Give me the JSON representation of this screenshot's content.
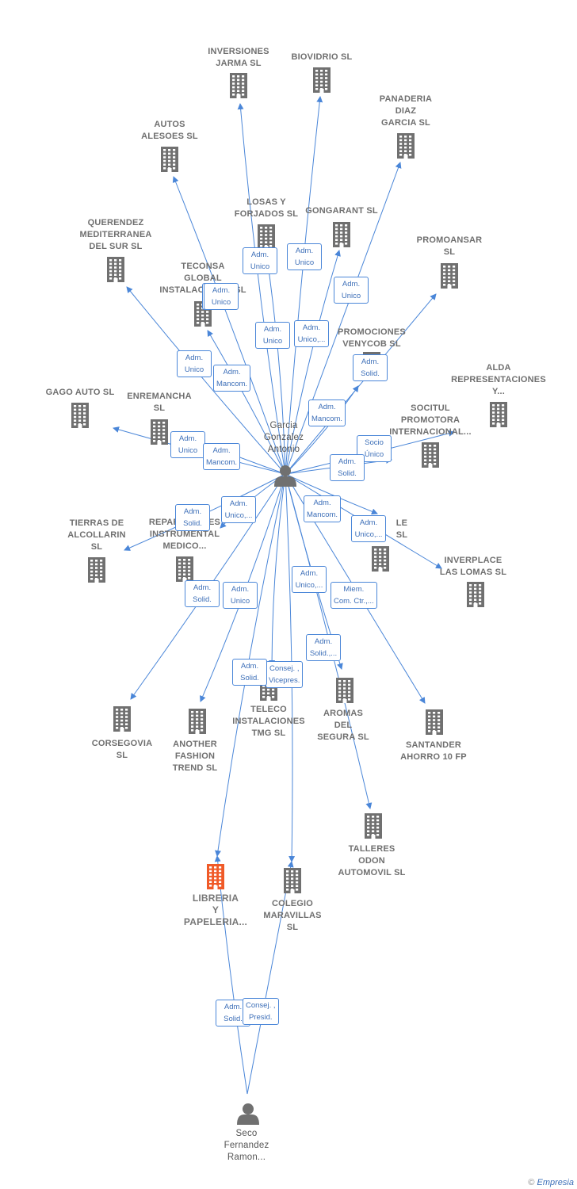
{
  "colors": {
    "edge": "#4a86d8",
    "company_icon": "#707070",
    "highlight_icon": "#f05a28",
    "person_icon": "#707070"
  },
  "nodes": [
    {
      "id": "inversiones",
      "label": "INVERSIONES\nJARMA  SL",
      "kind": "company",
      "icon": "building-icon"
    },
    {
      "id": "biovidrio",
      "label": "BIOVIDRIO  SL",
      "kind": "company",
      "icon": "building-icon"
    },
    {
      "id": "panaderia",
      "label": "PANADERIA\nDIAZ\nGARCIA  SL",
      "kind": "company",
      "icon": "building-icon"
    },
    {
      "id": "autos",
      "label": "AUTOS\nALESOES  SL",
      "kind": "company",
      "icon": "building-icon"
    },
    {
      "id": "losas",
      "label": "LOSAS Y\nFORJADOS  SL",
      "kind": "company",
      "icon": "building-icon"
    },
    {
      "id": "gongarant",
      "label": "GONGARANT SL",
      "kind": "company",
      "icon": "building-icon"
    },
    {
      "id": "querendez",
      "label": "QUERENDEZ\nMEDITERRANEA\nDEL SUR  SL",
      "kind": "company",
      "icon": "building-icon"
    },
    {
      "id": "promoansar",
      "label": "PROMOANSAR\nSL",
      "kind": "company",
      "icon": "building-icon"
    },
    {
      "id": "teconsa",
      "label": "TECONSA\nGLOBAL\nINSTALACIONES SL",
      "kind": "company",
      "icon": "building-icon"
    },
    {
      "id": "venycob",
      "label": "PROMOCIONES\nVENYCOB SL",
      "kind": "company",
      "icon": "building-icon"
    },
    {
      "id": "alda",
      "label": "ALDA\nREPRESENTACIONES\nY...",
      "kind": "company",
      "icon": "building-icon"
    },
    {
      "id": "gago",
      "label": "GAGO AUTO SL",
      "kind": "company",
      "icon": "building-icon"
    },
    {
      "id": "enremancha",
      "label": "ENREMANCHA\nSL",
      "kind": "company",
      "icon": "building-icon"
    },
    {
      "id": "socitul",
      "label": "SOCITUL\nPROMOTORA\nINTERNACIONAL...",
      "kind": "company",
      "icon": "building-icon"
    },
    {
      "id": "garcia",
      "label": "Garcia\nGonzalez\nAntonio",
      "kind": "person",
      "icon": "person-icon"
    },
    {
      "id": "tierras",
      "label": "TIERRAS DE\nALCOLLARIN\nSL",
      "kind": "company",
      "icon": "building-icon"
    },
    {
      "id": "reparaciones",
      "label": "REPARACIONES\nINSTRUMENTAL\nMEDICO...",
      "kind": "company",
      "icon": "building-icon"
    },
    {
      "id": "xle",
      "label": "LE\nSL",
      "kind": "company",
      "icon": "building-icon"
    },
    {
      "id": "inverplace",
      "label": "INVERPLACE\nLAS LOMAS  SL",
      "kind": "company",
      "icon": "building-icon"
    },
    {
      "id": "corsegovia",
      "label": "CORSEGOVIA\nSL",
      "kind": "company",
      "icon": "building-icon"
    },
    {
      "id": "another",
      "label": "ANOTHER\nFASHION\nTREND  SL",
      "kind": "company",
      "icon": "building-icon"
    },
    {
      "id": "teleco",
      "label": "TELECO\nINSTALACIONES\nTMG  SL",
      "kind": "company",
      "icon": "building-icon"
    },
    {
      "id": "aromas",
      "label": "AROMAS\nDEL\nSEGURA  SL",
      "kind": "company",
      "icon": "building-icon"
    },
    {
      "id": "santander",
      "label": "SANTANDER\nAHORRO 10 FP",
      "kind": "company",
      "icon": "building-icon"
    },
    {
      "id": "talleres",
      "label": "TALLERES\nODON\nAUTOMOVIL SL",
      "kind": "company",
      "icon": "building-icon"
    },
    {
      "id": "libreria",
      "label": "LIBRERIA\nY\nPAPELERIA...",
      "kind": "highlight",
      "icon": "building-icon"
    },
    {
      "id": "colegio",
      "label": "COLEGIO\nMARAVILLAS\nSL",
      "kind": "company",
      "icon": "building-icon"
    },
    {
      "id": "seco",
      "label": "Seco\nFernandez\nRamon...",
      "kind": "person",
      "icon": "person-icon"
    }
  ],
  "edges": [
    {
      "from": "garcia",
      "to": "inversiones",
      "label": "Adm.\nUnico"
    },
    {
      "from": "garcia",
      "to": "biovidrio",
      "label": "Adm.\nUnico"
    },
    {
      "from": "garcia",
      "to": "panaderia",
      "label": "Adm.\nUnico"
    },
    {
      "from": "garcia",
      "to": "autos",
      "label": "Adm.\nUnico"
    },
    {
      "from": "garcia",
      "to": "losas",
      "label": "Adm.\nUnico"
    },
    {
      "from": "garcia",
      "to": "gongarant",
      "label": "Adm.\nUnico,..."
    },
    {
      "from": "garcia",
      "to": "querendez",
      "label": "Adm.\nUnico"
    },
    {
      "from": "garcia",
      "to": "promoansar",
      "label": "Adm.\nMancom."
    },
    {
      "from": "garcia",
      "to": "teconsa",
      "label": "Adm.\nMancom."
    },
    {
      "from": "garcia",
      "to": "venycob",
      "label": "Adm.\nSolid."
    },
    {
      "from": "garcia",
      "to": "gago",
      "label": "Adm.\nUnico"
    },
    {
      "from": "garcia",
      "to": "enremancha",
      "label": "Adm.\nMancom."
    },
    {
      "from": "garcia",
      "to": "socitul",
      "label": "Socio\nÚnico"
    },
    {
      "from": "garcia",
      "to": "alda",
      "label": "Adm.\nSolid."
    },
    {
      "from": "garcia",
      "to": "tierras",
      "label": "Adm.\nSolid."
    },
    {
      "from": "garcia",
      "to": "reparaciones",
      "label": "Adm.\nUnico,..."
    },
    {
      "from": "garcia",
      "to": "xle",
      "label": "Adm.\nUnico,..."
    },
    {
      "from": "garcia",
      "to": "inverplace",
      "label": "Adm.\nMancom."
    },
    {
      "from": "garcia",
      "to": "corsegovia",
      "label": "Adm.\nSolid."
    },
    {
      "from": "garcia",
      "to": "another",
      "label": "Adm.\nUnico"
    },
    {
      "from": "garcia",
      "to": "teleco",
      "label": "Adm.\nUnico"
    },
    {
      "from": "garcia",
      "to": "aromas",
      "label": "Adm.\nUnico,..."
    },
    {
      "from": "garcia",
      "to": "santander",
      "label": "Miem.\nCom. Ctr.,..."
    },
    {
      "from": "garcia",
      "to": "talleres",
      "label": "Adm.\nSolid.,..."
    },
    {
      "from": "garcia",
      "to": "colegio",
      "label": "Consej. ,\nVicepres."
    },
    {
      "from": "garcia",
      "to": "libreria",
      "label": "Adm.\nSolid."
    },
    {
      "from": "seco",
      "to": "libreria",
      "label": "Adm.\nSolid."
    },
    {
      "from": "seco",
      "to": "colegio",
      "label": "Consej. ,\nPresid."
    }
  ],
  "footer": {
    "copyright": "©",
    "brand": "Empresia"
  }
}
